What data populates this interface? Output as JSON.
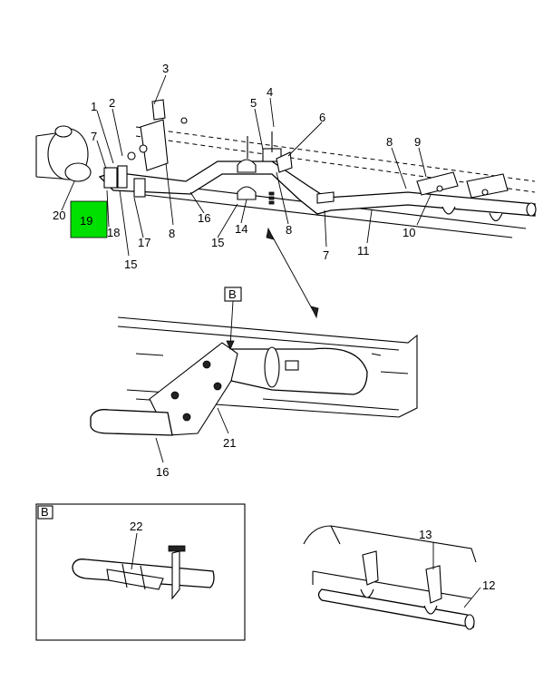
{
  "callouts": {
    "c1": "1",
    "c2": "2",
    "c3": "3",
    "c4": "4",
    "c5": "5",
    "c6": "6",
    "c7a": "7",
    "c7b": "7",
    "c8a": "8",
    "c8b": "8",
    "c8c": "8",
    "c9": "9",
    "c10": "10",
    "c11": "11",
    "c12": "12",
    "c13": "13",
    "c14": "14",
    "c15a": "15",
    "c15b": "15",
    "c16a": "16",
    "c16b": "16",
    "c17": "17",
    "c18": "18",
    "c19": "19",
    "c20": "20",
    "c21": "21",
    "c22": "22"
  },
  "view_ref": {
    "main": "B",
    "inset": "B"
  },
  "colors": {
    "highlight": "#00e000",
    "ink": "#000000"
  }
}
